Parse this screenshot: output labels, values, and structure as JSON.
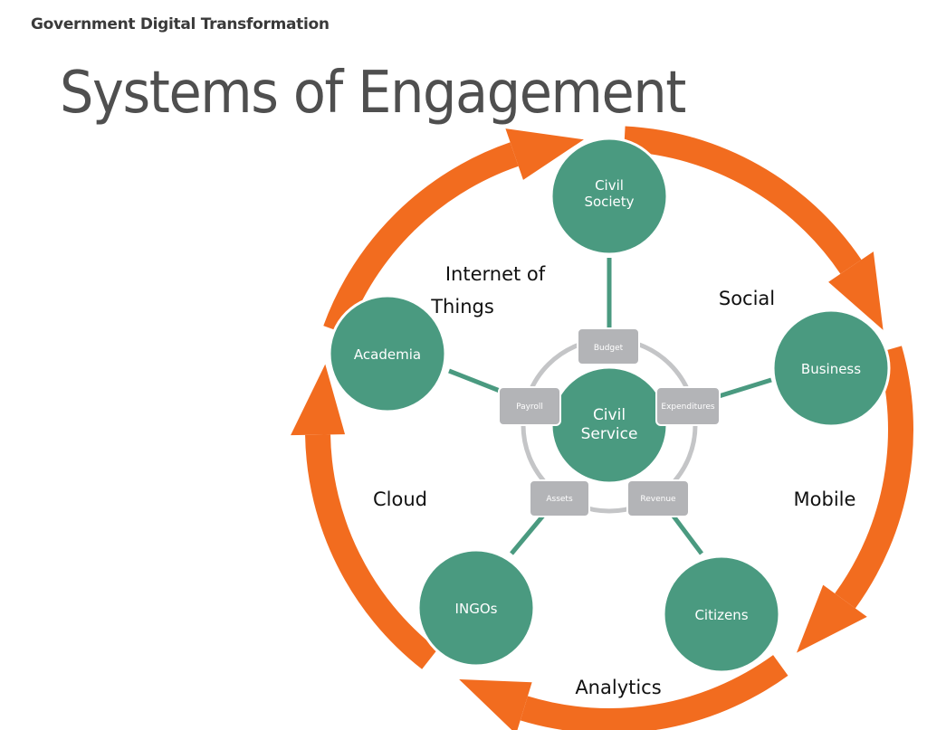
{
  "header": {
    "subtitle": "Government Digital Transformation",
    "title": "Systems of Engagement"
  },
  "colors": {
    "arrow": "#f26c1f",
    "node": "#4a9a80",
    "box": "#b3b4b7",
    "ring": "#c4c5c7"
  },
  "center": {
    "line1": "Civil",
    "line2": "Service"
  },
  "nodes": {
    "civil_society": {
      "line1": "Civil",
      "line2": "Society"
    },
    "academia": "Academia",
    "business": "Business",
    "citizens": "Citizens",
    "ingos": "INGOs"
  },
  "boxes": {
    "budget": "Budget",
    "payroll": "Payroll",
    "expenditures": "Expenditures",
    "assets": "Assets",
    "revenue": "Revenue"
  },
  "labels": {
    "iot_line1": "Internet of",
    "iot_line2": "Things",
    "social": "Social",
    "cloud": "Cloud",
    "mobile": "Mobile",
    "analytics": "Analytics"
  }
}
